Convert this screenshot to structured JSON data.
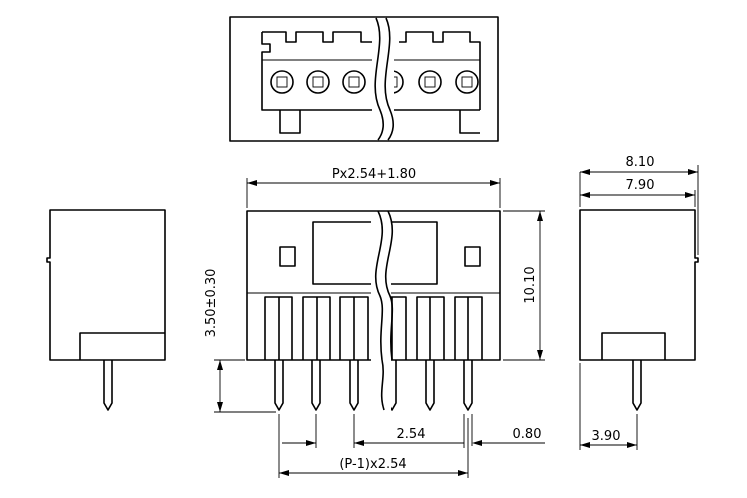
{
  "dimensions": {
    "overall_length": "Px2.54+1.80",
    "height": "10.10",
    "pin_standoff": "3.50±0.30",
    "side_outer_width": "8.10",
    "side_inner_width": "7.90",
    "pitch": "2.54",
    "pin_offset": "0.80",
    "span": "(P-1)x2.54",
    "pin_depth": "3.90"
  },
  "colors": {
    "line": "#000000",
    "background": "#ffffff"
  }
}
